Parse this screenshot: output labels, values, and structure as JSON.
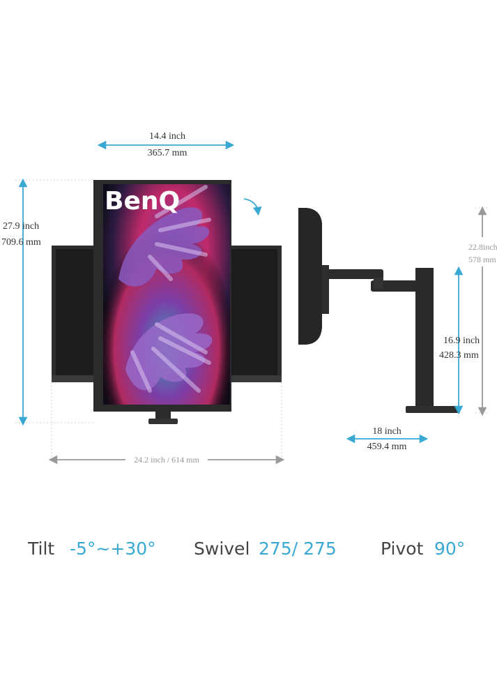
{
  "colors": {
    "accent_blue": "#39a9d4",
    "dim_grey": "#999999",
    "monitor_dark": "#2b2b2b"
  },
  "brand": {
    "logo": "BenQ"
  },
  "dimensions": {
    "width_inch": "14.4 inch",
    "width_mm": "365.7 mm",
    "height_inch": "27.9 inch",
    "height_mm": "709.6 mm",
    "landscape_width": "24.2 inch / 614 mm",
    "side_max_height_inch": "22.8inch",
    "side_max_height_mm": "578 mm",
    "side_min_height_inch": "16.9 inch",
    "side_min_height_mm": "428.3 mm",
    "depth_inch": "18 inch",
    "depth_mm": "459.4 mm"
  },
  "specs": {
    "tilt_label": "Tilt",
    "tilt_value": "-5°~+30°",
    "swivel_label": "Swivel",
    "swivel_value": "275/ 275",
    "pivot_label": "Pivot",
    "pivot_value": "90°"
  },
  "icons": {
    "rotate": "rotate-arrow-icon",
    "dimension_arrow": "double-arrow-icon"
  }
}
